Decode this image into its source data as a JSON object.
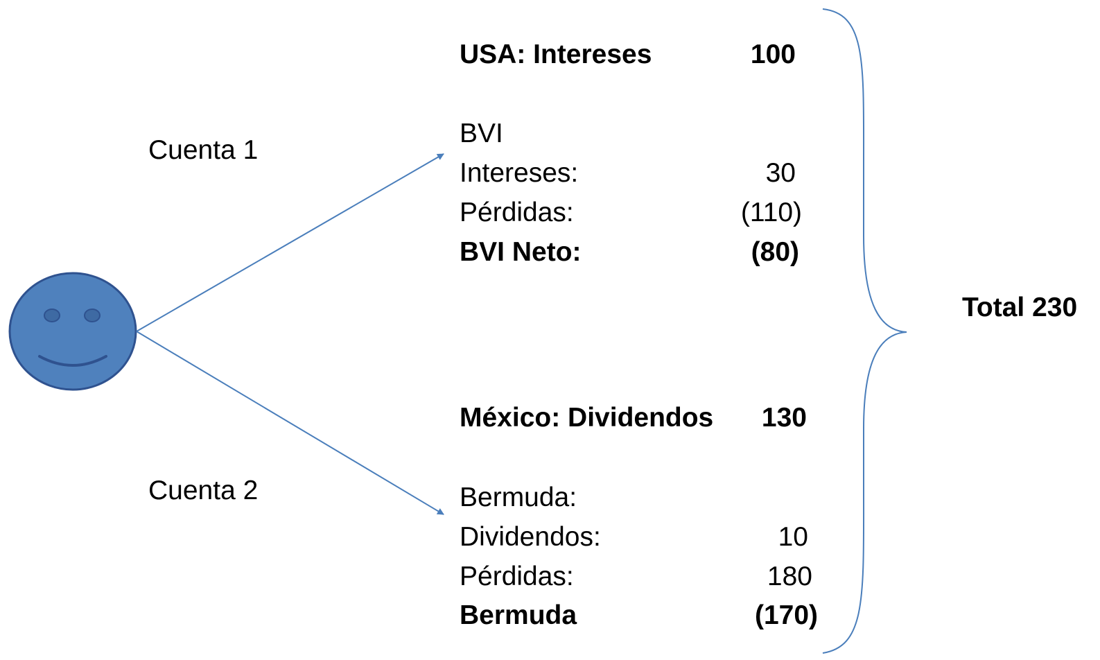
{
  "colors": {
    "face_fill": "#4f81bd",
    "face_stroke": "#2f528f",
    "arrow": "#4a7ebb",
    "brace": "#4a7ebb",
    "text": "#000000"
  },
  "icons": {
    "person": "smiley-face-icon"
  },
  "accounts": [
    {
      "label": "Cuenta 1"
    },
    {
      "label": "Cuenta 2"
    }
  ],
  "account1": {
    "heading_label": "USA: Intereses",
    "heading_value": "100",
    "sub_title": "BVI",
    "rows": [
      {
        "label": "Intereses:",
        "value": "30"
      },
      {
        "label": "Pérdidas:",
        "value": "(110)"
      }
    ],
    "net_label": "BVI Neto:",
    "net_value": "(80)"
  },
  "account2": {
    "heading_label": "México: Dividendos",
    "heading_value": "130",
    "sub_title": "Bermuda:",
    "rows": [
      {
        "label": "Dividendos:",
        "value": "10"
      },
      {
        "label": "Pérdidas:",
        "value": "180"
      }
    ],
    "net_label": "Bermuda",
    "net_value": "(170)"
  },
  "total_label": "Total 230"
}
